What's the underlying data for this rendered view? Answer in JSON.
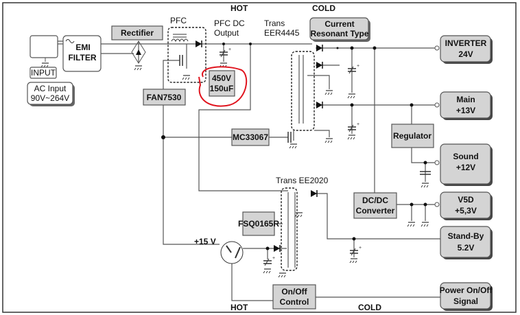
{
  "zones": {
    "hot_top": "HOT",
    "cold_top": "COLD",
    "hot_bottom": "HOT",
    "cold_bottom": "COLD"
  },
  "input": {
    "label": "INPUT",
    "ac_line1": "AC Input",
    "ac_line2": "90V~264V"
  },
  "emi": {
    "line1": "EMI",
    "line2": "FILTER"
  },
  "rectifier": "Rectifier",
  "pfc": "PFC",
  "pfc_output": {
    "line1": "PFC DC",
    "line2": "Output"
  },
  "capacitor_note": {
    "line1": "450V",
    "line2": "150uF",
    "highlight_color": "#e0141e"
  },
  "fan7530": "FAN7530",
  "mc33067": "MC33067",
  "trans_main": {
    "line1": "Trans",
    "line2": "EER4445"
  },
  "resonant": {
    "line1": "Current",
    "line2": "Resonant Type"
  },
  "trans_standby": "Trans EE2020",
  "fsq": "FSQ0165R",
  "v15": "+15 V",
  "regulator": "Regulator",
  "dcdc": {
    "line1": "DC/DC",
    "line2": "Converter"
  },
  "onoff": {
    "line1": "On/Off",
    "line2": "Control"
  },
  "outputs": [
    {
      "line1": "INVERTER",
      "line2": "24V"
    },
    {
      "line1": "Main",
      "line2": "+13V"
    },
    {
      "line1": "Sound",
      "line2": "+12V"
    },
    {
      "line1": "V5D",
      "line2": "+5,3V"
    },
    {
      "line1": "Stand-By",
      "line2": "5.2V"
    },
    {
      "line1": "Power On/Off",
      "line2": "Signal"
    }
  ]
}
